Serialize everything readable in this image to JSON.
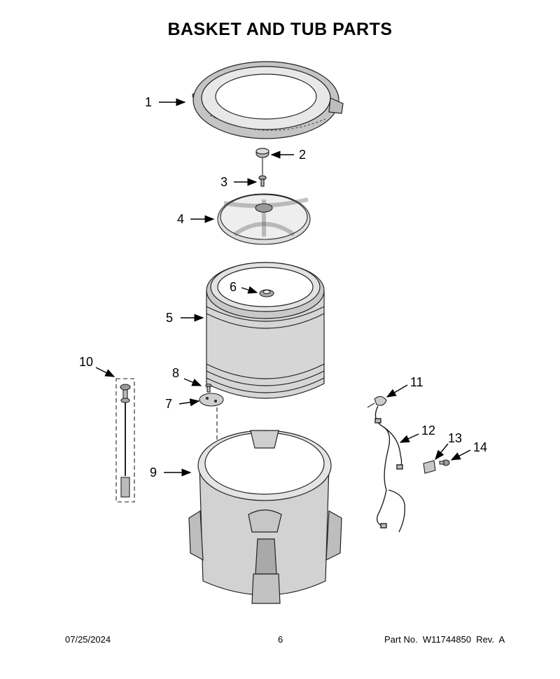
{
  "page": {
    "title": "BASKET AND TUB PARTS",
    "date": "07/25/2024",
    "page_number": "6",
    "part_no": "Part No.  W11744850  Rev.  A"
  },
  "callouts": [
    "1",
    "2",
    "3",
    "4",
    "5",
    "6",
    "7",
    "8",
    "9",
    "10",
    "11",
    "12",
    "13",
    "14"
  ]
}
